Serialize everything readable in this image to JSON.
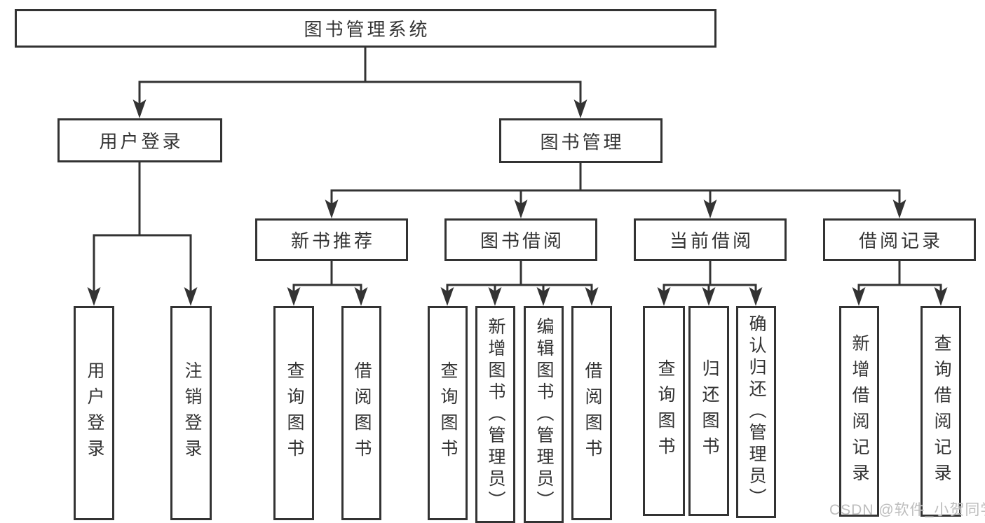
{
  "diagram_type": "tree",
  "colors": {
    "background": "#ffffff",
    "line": "#333333",
    "box_border": "#333333",
    "text": "#333333",
    "watermark": "#bdbdbd"
  },
  "watermark": "CSDN @软件_小贺同学",
  "tree": {
    "label": "图书管理系统",
    "children": [
      {
        "label": "用户登录",
        "children": [
          {
            "label": "用户登录"
          },
          {
            "label": "注销登录"
          }
        ]
      },
      {
        "label": "图书管理",
        "children": [
          {
            "label": "新书推荐",
            "children": [
              {
                "label": "查询图书"
              },
              {
                "label": "借阅图书"
              }
            ]
          },
          {
            "label": "图书借阅",
            "children": [
              {
                "label": "查询图书"
              },
              {
                "label": "新增图书（管理员）"
              },
              {
                "label": "编辑图书（管理员）"
              },
              {
                "label": "借阅图书"
              }
            ]
          },
          {
            "label": "当前借阅",
            "children": [
              {
                "label": "查询图书"
              },
              {
                "label": "归还图书"
              },
              {
                "label": "确认归还（管理员）"
              }
            ]
          },
          {
            "label": "借阅记录",
            "children": [
              {
                "label": "新增借阅记录"
              },
              {
                "label": "查询借阅记录"
              }
            ]
          }
        ]
      }
    ]
  }
}
